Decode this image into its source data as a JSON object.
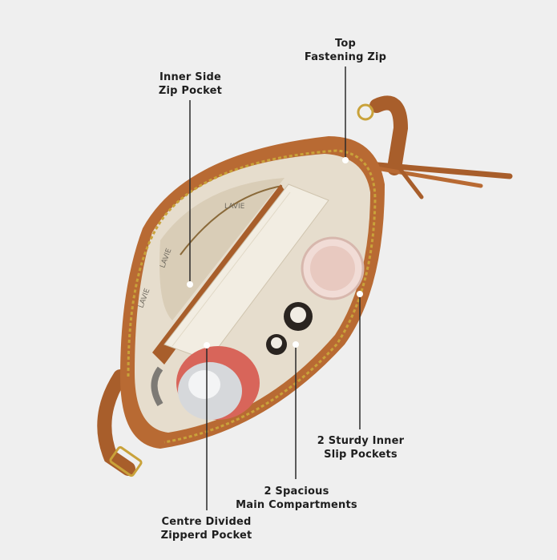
{
  "callouts": [
    {
      "id": "top-zip",
      "lines": [
        "Top",
        "Fastening Zip"
      ]
    },
    {
      "id": "inner-side",
      "lines": [
        "Inner Side",
        "Zip Pocket"
      ]
    },
    {
      "id": "slip-pockets",
      "lines": [
        "2 Sturdy Inner",
        "Slip Pockets"
      ]
    },
    {
      "id": "main-compartments",
      "lines": [
        "2 Spacious",
        "Main Compartments"
      ]
    },
    {
      "id": "centre-pocket",
      "lines": [
        "Centre Divided",
        "Zipperd Pocket"
      ]
    }
  ],
  "bag": {
    "brand_text": "LAVIE",
    "leather_color": "#b86a33",
    "lining_color": "#e6ddcd",
    "zip_color": "#c9a23a"
  }
}
